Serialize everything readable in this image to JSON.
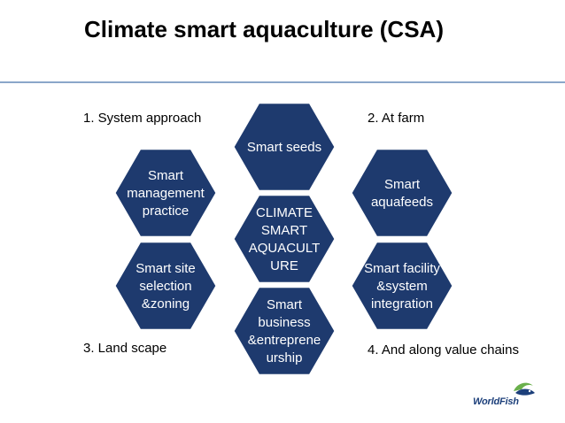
{
  "slide": {
    "title": "Climate smart aquaculture (CSA)"
  },
  "corners": {
    "top_left": "1. System approach",
    "top_right": "2. At farm",
    "bottom_left": "3. Land scape",
    "bottom_right": "4. And along value chains"
  },
  "hexagons": {
    "center": [
      "CLIMATE",
      "SMART",
      "AQUACULT",
      "URE"
    ],
    "top": [
      "Smart seeds"
    ],
    "upper_left": [
      "Smart",
      "management",
      "practice"
    ],
    "upper_right": [
      "Smart",
      "aquafeeds"
    ],
    "lower_left": [
      "Smart site",
      "selection",
      "&zoning"
    ],
    "lower_right": [
      "Smart facility",
      "&system",
      "integration"
    ],
    "bottom": [
      "Smart",
      "business",
      "&entreprene",
      "urship"
    ]
  },
  "colors": {
    "hex_fill": "#1e3a6e",
    "center_fill": "#1e3a6e",
    "hex_text": "#ffffff",
    "rule": "#8aa6c9",
    "logo_blue": "#1c3f7a",
    "logo_green": "#6ab04c"
  },
  "logo": {
    "text": "WorldFish",
    "icon": "fish-logo-icon"
  }
}
